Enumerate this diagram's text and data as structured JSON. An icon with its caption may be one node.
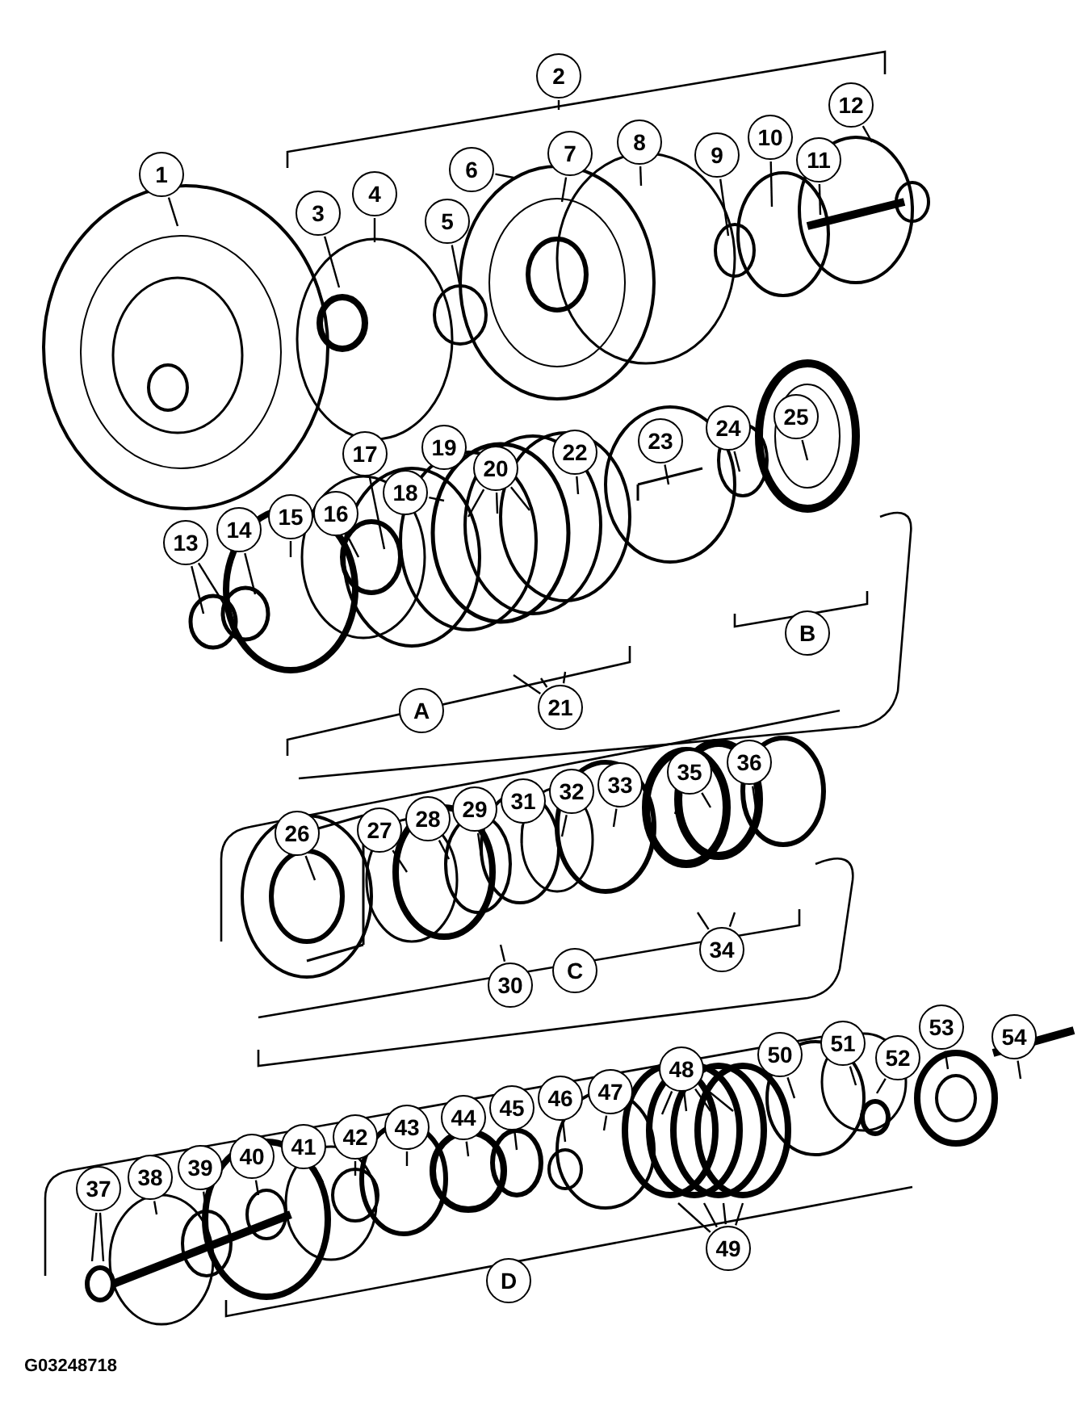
{
  "diagram": {
    "nodes": [
      {
        "text": [
          "1"
        ]
      },
      {
        "text": [
          "2"
        ]
      },
      {
        "text": [
          "3"
        ]
      },
      {
        "text": [
          "4"
        ]
      },
      {
        "text": [
          "5"
        ]
      },
      {
        "text": [
          "6"
        ]
      },
      {
        "text": [
          "7"
        ]
      },
      {
        "text": [
          "8"
        ]
      },
      {
        "text": [
          "9"
        ]
      },
      {
        "text": [
          "10"
        ]
      },
      {
        "text": [
          "11"
        ]
      },
      {
        "text": [
          "12"
        ]
      },
      {
        "text": [
          "13"
        ]
      },
      {
        "text": [
          "14"
        ]
      },
      {
        "text": [
          "15"
        ]
      },
      {
        "text": [
          "16"
        ]
      },
      {
        "text": [
          "17"
        ]
      },
      {
        "text": [
          "18"
        ]
      },
      {
        "text": [
          "19"
        ]
      },
      {
        "text": [
          "20"
        ]
      },
      {
        "text": [
          "21"
        ]
      },
      {
        "text": [
          "22"
        ]
      },
      {
        "text": [
          "23"
        ]
      },
      {
        "text": [
          "24"
        ]
      },
      {
        "text": [
          "25"
        ]
      },
      {
        "text": [
          "A"
        ]
      },
      {
        "text": [
          "B"
        ]
      },
      {
        "text": [
          "26"
        ]
      },
      {
        "text": [
          "27"
        ]
      },
      {
        "text": [
          "28"
        ]
      },
      {
        "text": [
          "29"
        ]
      },
      {
        "text": [
          "30"
        ]
      },
      {
        "text": [
          "31"
        ]
      },
      {
        "text": [
          "32"
        ]
      },
      {
        "text": [
          "33"
        ]
      },
      {
        "text": [
          "34"
        ]
      },
      {
        "text": [
          "35"
        ]
      },
      {
        "text": [
          "36"
        ]
      },
      {
        "text": [
          "C"
        ]
      },
      {
        "text": [
          "37"
        ]
      },
      {
        "text": [
          "38"
        ]
      },
      {
        "text": [
          "39"
        ]
      },
      {
        "text": [
          "40"
        ]
      },
      {
        "text": [
          "41"
        ]
      },
      {
        "text": [
          "42"
        ]
      },
      {
        "text": [
          "43"
        ]
      },
      {
        "text": [
          "44"
        ]
      },
      {
        "text": [
          "45"
        ]
      },
      {
        "text": [
          "46"
        ]
      },
      {
        "text": [
          "47"
        ]
      },
      {
        "text": [
          "48"
        ]
      },
      {
        "text": [
          "49"
        ]
      },
      {
        "text": [
          "50"
        ]
      },
      {
        "text": [
          "51"
        ]
      },
      {
        "text": [
          "52"
        ]
      },
      {
        "text": [
          "53"
        ]
      },
      {
        "text": [
          "54"
        ]
      },
      {
        "text": [
          "D"
        ]
      }
    ],
    "edges": [
      {
        "from": 0,
        "to": null,
        "arrow": "none"
      },
      {
        "from": 1,
        "to": null,
        "arrow": "none"
      },
      {
        "from": 2,
        "to": null,
        "arrow": "none"
      },
      {
        "from": 3,
        "to": null,
        "arrow": "none"
      },
      {
        "from": 4,
        "to": null,
        "arrow": "none"
      },
      {
        "from": 5,
        "to": null,
        "arrow": "none"
      },
      {
        "from": 6,
        "to": null,
        "arrow": "none"
      },
      {
        "from": 7,
        "to": null,
        "arrow": "none"
      },
      {
        "from": 8,
        "to": null,
        "arrow": "none"
      },
      {
        "from": 9,
        "to": null,
        "arrow": "none"
      },
      {
        "from": 10,
        "to": null,
        "arrow": "none"
      },
      {
        "from": 11,
        "to": null,
        "arrow": "none"
      },
      {
        "from": 12,
        "to": null,
        "arrow": "none"
      },
      {
        "from": 12,
        "to": null,
        "arrow": "none"
      },
      {
        "from": 13,
        "to": null,
        "arrow": "none"
      },
      {
        "from": 14,
        "to": null,
        "arrow": "none"
      },
      {
        "from": 15,
        "to": null,
        "arrow": "none"
      },
      {
        "from": 16,
        "to": null,
        "arrow": "none"
      },
      {
        "from": 17,
        "to": null,
        "arrow": "none"
      },
      {
        "from": 19,
        "to": null,
        "arrow": "none"
      },
      {
        "from": 19,
        "to": null,
        "arrow": "none"
      },
      {
        "from": 19,
        "to": null,
        "arrow": "none"
      },
      {
        "from": 20,
        "to": null,
        "arrow": "none"
      },
      {
        "from": 20,
        "to": null,
        "arrow": "none"
      },
      {
        "from": 20,
        "to": null,
        "arrow": "none"
      },
      {
        "from": 21,
        "to": null,
        "arrow": "none"
      },
      {
        "from": 22,
        "to": null,
        "arrow": "none"
      },
      {
        "from": 23,
        "to": null,
        "arrow": "none"
      },
      {
        "from": 24,
        "to": null,
        "arrow": "none"
      },
      {
        "from": 27,
        "to": null,
        "arrow": "none"
      },
      {
        "from": 28,
        "to": null,
        "arrow": "none"
      },
      {
        "from": 29,
        "to": null,
        "arrow": "none"
      },
      {
        "from": 30,
        "to": null,
        "arrow": "none"
      },
      {
        "from": 31,
        "to": null,
        "arrow": "none"
      },
      {
        "from": 32,
        "to": null,
        "arrow": "none"
      },
      {
        "from": 33,
        "to": null,
        "arrow": "none"
      },
      {
        "from": 34,
        "to": null,
        "arrow": "none"
      },
      {
        "from": 35,
        "to": null,
        "arrow": "none"
      },
      {
        "from": 35,
        "to": null,
        "arrow": "none"
      },
      {
        "from": 36,
        "to": null,
        "arrow": "none"
      },
      {
        "from": 36,
        "to": null,
        "arrow": "none"
      },
      {
        "from": 37,
        "to": null,
        "arrow": "none"
      },
      {
        "from": 39,
        "to": null,
        "arrow": "none"
      },
      {
        "from": 39,
        "to": null,
        "arrow": "none"
      },
      {
        "from": 40,
        "to": null,
        "arrow": "none"
      },
      {
        "from": 41,
        "to": null,
        "arrow": "none"
      },
      {
        "from": 42,
        "to": null,
        "arrow": "none"
      },
      {
        "from": 43,
        "to": null,
        "arrow": "none"
      },
      {
        "from": 44,
        "to": null,
        "arrow": "none"
      },
      {
        "from": 45,
        "to": null,
        "arrow": "none"
      },
      {
        "from": 46,
        "to": null,
        "arrow": "none"
      },
      {
        "from": 47,
        "to": null,
        "arrow": "none"
      },
      {
        "from": 48,
        "to": null,
        "arrow": "none"
      },
      {
        "from": 49,
        "to": null,
        "arrow": "none"
      },
      {
        "from": 50,
        "to": null,
        "arrow": "none"
      },
      {
        "from": 50,
        "to": null,
        "arrow": "none"
      },
      {
        "from": 50,
        "to": null,
        "arrow": "none"
      },
      {
        "from": 50,
        "to": null,
        "arrow": "none"
      },
      {
        "from": 51,
        "to": null,
        "arrow": "none"
      },
      {
        "from": 51,
        "to": null,
        "arrow": "none"
      },
      {
        "from": 51,
        "to": null,
        "arrow": "none"
      },
      {
        "from": 51,
        "to": null,
        "arrow": "none"
      },
      {
        "from": 52,
        "to": null,
        "arrow": "none"
      },
      {
        "from": 53,
        "to": null,
        "arrow": "none"
      },
      {
        "from": 54,
        "to": null,
        "arrow": "none"
      },
      {
        "from": 55,
        "to": null,
        "arrow": "none"
      },
      {
        "from": 56,
        "to": null,
        "arrow": "none"
      }
    ],
    "labels": [
      "G03248718"
    ]
  }
}
